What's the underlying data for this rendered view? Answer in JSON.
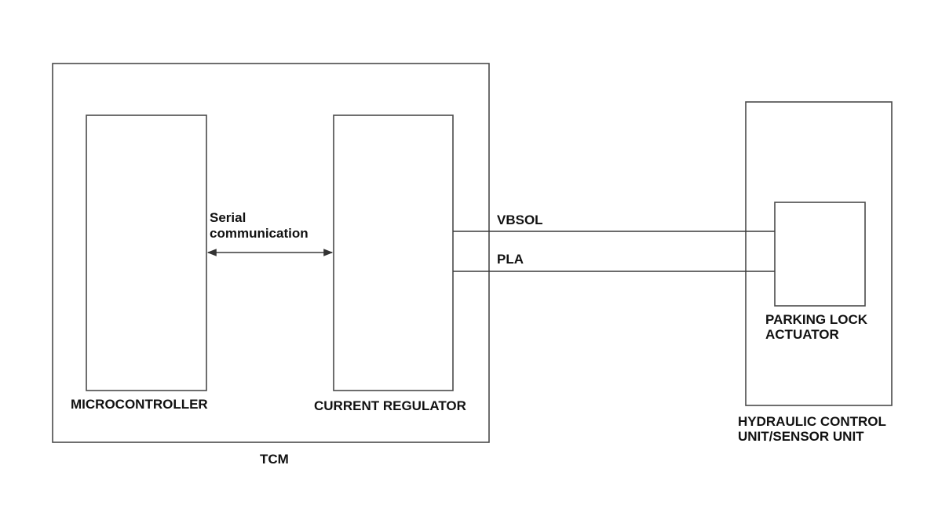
{
  "blocks": {
    "tcm": {
      "label": "TCM"
    },
    "microcontroller": {
      "label": "MICROCONTROLLER"
    },
    "current_regulator": {
      "label": "CURRENT REGULATOR"
    },
    "hydraulic_unit": {
      "label_line1": "HYDRAULIC CONTROL",
      "label_line2": "UNIT/SENSOR UNIT"
    },
    "parking_lock_actuator": {
      "label_line1": "PARKING LOCK",
      "label_line2": "ACTUATOR"
    }
  },
  "connections": {
    "serial": {
      "label_line1": "Serial",
      "label_line2": "communication"
    },
    "vbsol": {
      "label": "VBSOL"
    },
    "pla": {
      "label": "PLA"
    }
  }
}
